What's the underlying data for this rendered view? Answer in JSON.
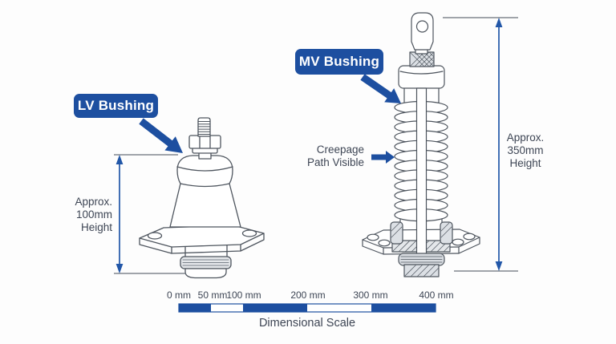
{
  "labels": {
    "lv": "LV Bushing",
    "mv": "MV Bushing"
  },
  "annotations": {
    "creepage": "Creepage\nPath Visible",
    "lv_height": "Approx.\n100mm\nHeight",
    "mv_height": "Approx.\n350mm\nHeight"
  },
  "scale": {
    "caption": "Dimensional Scale",
    "ticks": [
      "0 mm",
      "50 mm",
      "100 mm",
      "200 mm",
      "300 mm",
      "400 mm"
    ]
  },
  "colors": {
    "callout_background": "#1d4fa0",
    "pointer_arrow": "#1d4fa0",
    "dimension_line": "#2257a8",
    "annotation_text": "#3d4554",
    "line_art_stroke": "#4e555e",
    "background": "#fdfdfd"
  }
}
